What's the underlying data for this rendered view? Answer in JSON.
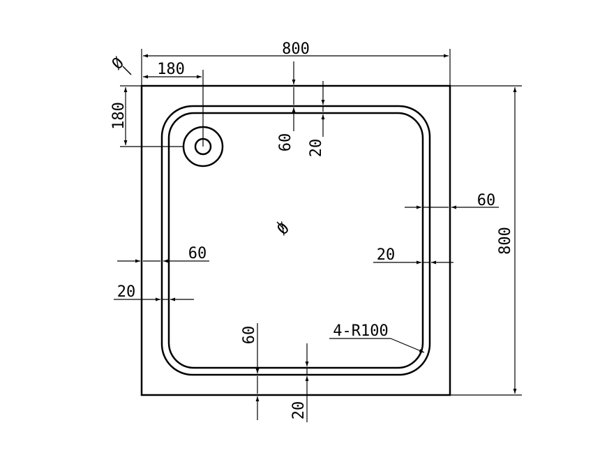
{
  "drawing": {
    "overall_width": "800",
    "overall_height": "800",
    "drain_offset_x": "180",
    "drain_offset_y": "180",
    "drain_diameter_symbol": "Ø",
    "center_diameter_symbol": "Ø",
    "rim_width_top": "60",
    "lip_width_top": "20",
    "rim_width_right": "60",
    "lip_width_right": "20",
    "rim_width_left": "60",
    "lip_width_left": "20",
    "rim_width_bottom": "60",
    "lip_width_bottom": "20",
    "corner_radius_label": "4-R100"
  }
}
